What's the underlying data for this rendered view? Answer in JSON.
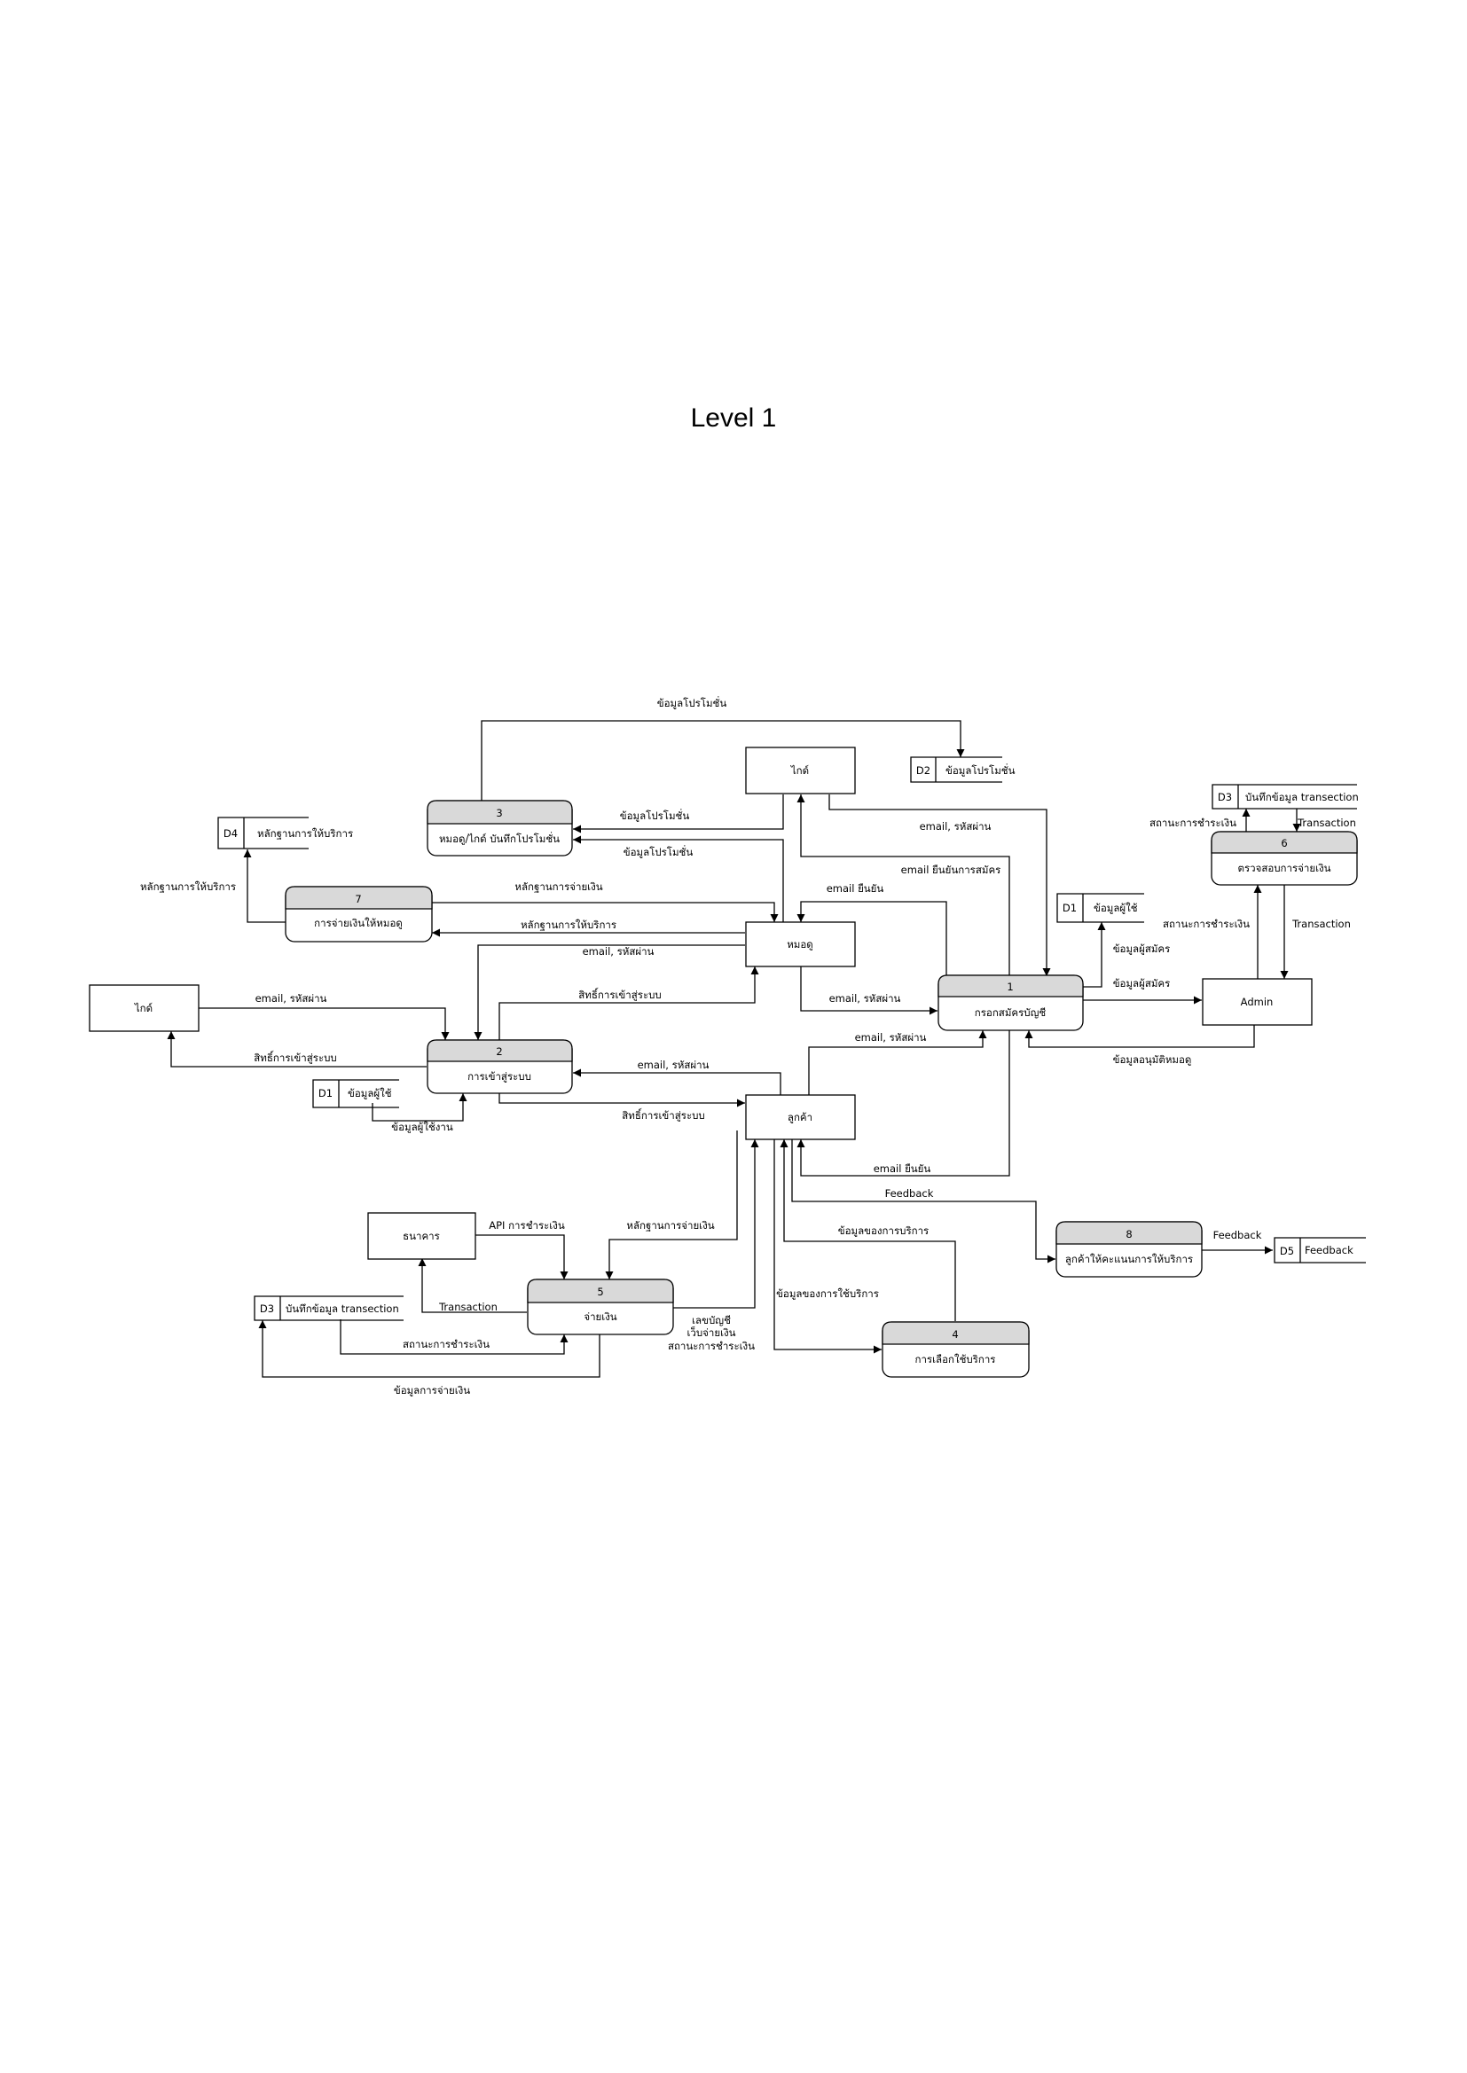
{
  "title": "Level 1",
  "processes": [
    {
      "id": "p1",
      "num": "1",
      "label": "กรอกสมัครบัญชี"
    },
    {
      "id": "p2",
      "num": "2",
      "label": "การเข้าสู่ระบบ"
    },
    {
      "id": "p3",
      "num": "3",
      "label": "หมอดู/ไกด์ บันทึกโปรโมชั่น"
    },
    {
      "id": "p4",
      "num": "4",
      "label": "การเลือกใช้บริการ"
    },
    {
      "id": "p5",
      "num": "5",
      "label": "จ่ายเงิน"
    },
    {
      "id": "p6",
      "num": "6",
      "label": "ตรวจสอบการจ่ายเงิน"
    },
    {
      "id": "p7",
      "num": "7",
      "label": "การจ่ายเงินให้หมอดู"
    },
    {
      "id": "p8",
      "num": "8",
      "label": "ลูกค้าให้คะแนนการให้บริการ"
    }
  ],
  "entities": [
    {
      "id": "guide_top",
      "label": "ไกด์"
    },
    {
      "id": "fortune",
      "label": "หมอดู"
    },
    {
      "id": "customer",
      "label": "ลูกค้า"
    },
    {
      "id": "admin",
      "label": "Admin"
    },
    {
      "id": "guide_left",
      "label": "ไกด์"
    },
    {
      "id": "bank",
      "label": "ธนาคาร"
    }
  ],
  "stores": [
    {
      "id": "d2",
      "code": "D2",
      "label": "ข้อมูลโปรโมชั่น"
    },
    {
      "id": "d4",
      "code": "D4",
      "label": "หลักฐานการให้บริการ"
    },
    {
      "id": "d3a",
      "code": "D3",
      "label": "บันทึกข้อมูล transection"
    },
    {
      "id": "d1a",
      "code": "D1",
      "label": "ข้อมูลผู้ใช้"
    },
    {
      "id": "d1b",
      "code": "D1",
      "label": "ข้อมูลผู้ใช้"
    },
    {
      "id": "d3b",
      "code": "D3",
      "label": "บันทึกข้อมูล transection"
    },
    {
      "id": "d5",
      "code": "D5",
      "label": "Feedback"
    }
  ],
  "flow_labels": [
    {
      "id": "f1",
      "text": "ข้อมูลโปรโมชั่น"
    },
    {
      "id": "f2",
      "text": "ข้อมูลโปรโมชั่น"
    },
    {
      "id": "f3",
      "text": "ข้อมูลโปรโมชั่น"
    },
    {
      "id": "f4",
      "text": "email, รหัสผ่าน"
    },
    {
      "id": "f5",
      "text": "email ยืนยันการสมัคร"
    },
    {
      "id": "f6",
      "text": "email ยืนยัน"
    },
    {
      "id": "f7",
      "text": "หลักฐานการให้บริการ"
    },
    {
      "id": "f8",
      "text": "หลักฐานการจ่ายเงิน"
    },
    {
      "id": "f9",
      "text": "หลักฐานการให้บริการ"
    },
    {
      "id": "f10",
      "text": "email, รหัสผ่าน"
    },
    {
      "id": "f11",
      "text": "สิทธิ์การเข้าสู่ระบบ"
    },
    {
      "id": "f12",
      "text": "email, รหัสผ่าน"
    },
    {
      "id": "f13",
      "text": "email, รหัสผ่าน"
    },
    {
      "id": "f14",
      "text": "สิทธิ์การเข้าสู่ระบบ"
    },
    {
      "id": "f15",
      "text": "email, รหัสผ่าน"
    },
    {
      "id": "f16",
      "text": "สิทธิ์การเข้าสู่ระบบ"
    },
    {
      "id": "f17",
      "text": "ข้อมูลผู้ใช้งาน"
    },
    {
      "id": "f18",
      "text": "email, รหัสผ่าน"
    },
    {
      "id": "f19",
      "text": "email ยืนยัน"
    },
    {
      "id": "f20",
      "text": "Feedback"
    },
    {
      "id": "f21",
      "text": "Feedback"
    },
    {
      "id": "f22",
      "text": "ข้อมูลของการบริการ"
    },
    {
      "id": "f23",
      "text": "ข้อมูลของการใช้บริการ"
    },
    {
      "id": "f24",
      "text": "หลักฐานการจ่ายเงิน"
    },
    {
      "id": "f25",
      "text": "API การชำระเงิน"
    },
    {
      "id": "f26",
      "text": "Transaction"
    },
    {
      "id": "f27",
      "text": "สถานะการชำระเงิน"
    },
    {
      "id": "f28",
      "text": "ข้อมูลการจ่ายเงิน"
    },
    {
      "id": "f29",
      "text": "เลขบัญชี"
    },
    {
      "id": "f30",
      "text": "เว็บจ่ายเงิน"
    },
    {
      "id": "f31",
      "text": "สถานะการชำระเงิน"
    },
    {
      "id": "f32",
      "text": "ข้อมูลผู้สมัคร"
    },
    {
      "id": "f33",
      "text": "ข้อมูลผู้สมัคร"
    },
    {
      "id": "f34",
      "text": "ข้อมูลอนุมัติหมอดู"
    },
    {
      "id": "f35",
      "text": "สถานะการชำระเงิน"
    },
    {
      "id": "f36",
      "text": "Transaction"
    },
    {
      "id": "f37",
      "text": "สถานะการชำระเงิน"
    },
    {
      "id": "f38",
      "text": "Transaction"
    }
  ]
}
